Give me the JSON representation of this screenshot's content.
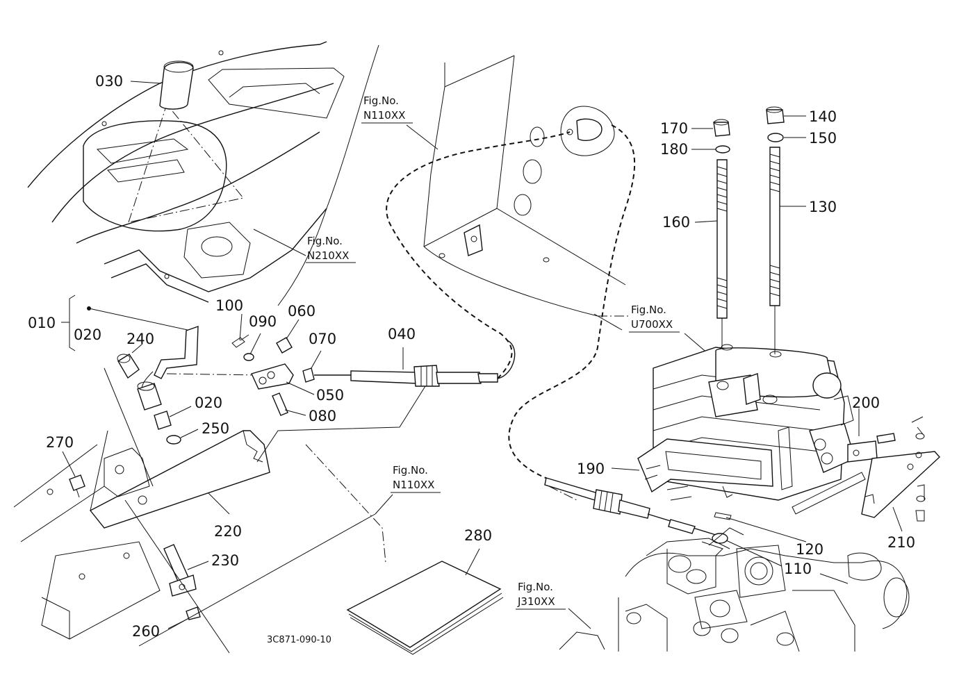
{
  "drawing_code": "3C871-090-10",
  "parts": {
    "p010": "010",
    "p020a": "020",
    "p020b": "020",
    "p030": "030",
    "p040": "040",
    "p050": "050",
    "p060": "060",
    "p070": "070",
    "p080": "080",
    "p090": "090",
    "p100": "100",
    "p110": "110",
    "p120": "120",
    "p130": "130",
    "p140": "140",
    "p150": "150",
    "p160": "160",
    "p170": "170",
    "p180": "180",
    "p190": "190",
    "p200": "200",
    "p210": "210",
    "p220": "220",
    "p230": "230",
    "p240": "240",
    "p250": "250",
    "p260": "260",
    "p270": "270",
    "p280": "280"
  },
  "figure_refs": {
    "ref1_title": "Fig.No.",
    "ref1_code": "N110XX",
    "ref2_title": "Fig.No.",
    "ref2_code": "N210XX",
    "ref3_title": "Fig.No.",
    "ref3_code": "U700XX",
    "ref4_title": "Fig.No.",
    "ref4_code": "N110XX",
    "ref5_title": "Fig.No.",
    "ref5_code": "J310XX"
  },
  "icons": {
    "lever-knob": "lever-knob-icon",
    "control-cable": "control-cable-icon",
    "valve-block": "valve-block-icon",
    "manual-booklet": "manual-booklet-icon"
  }
}
